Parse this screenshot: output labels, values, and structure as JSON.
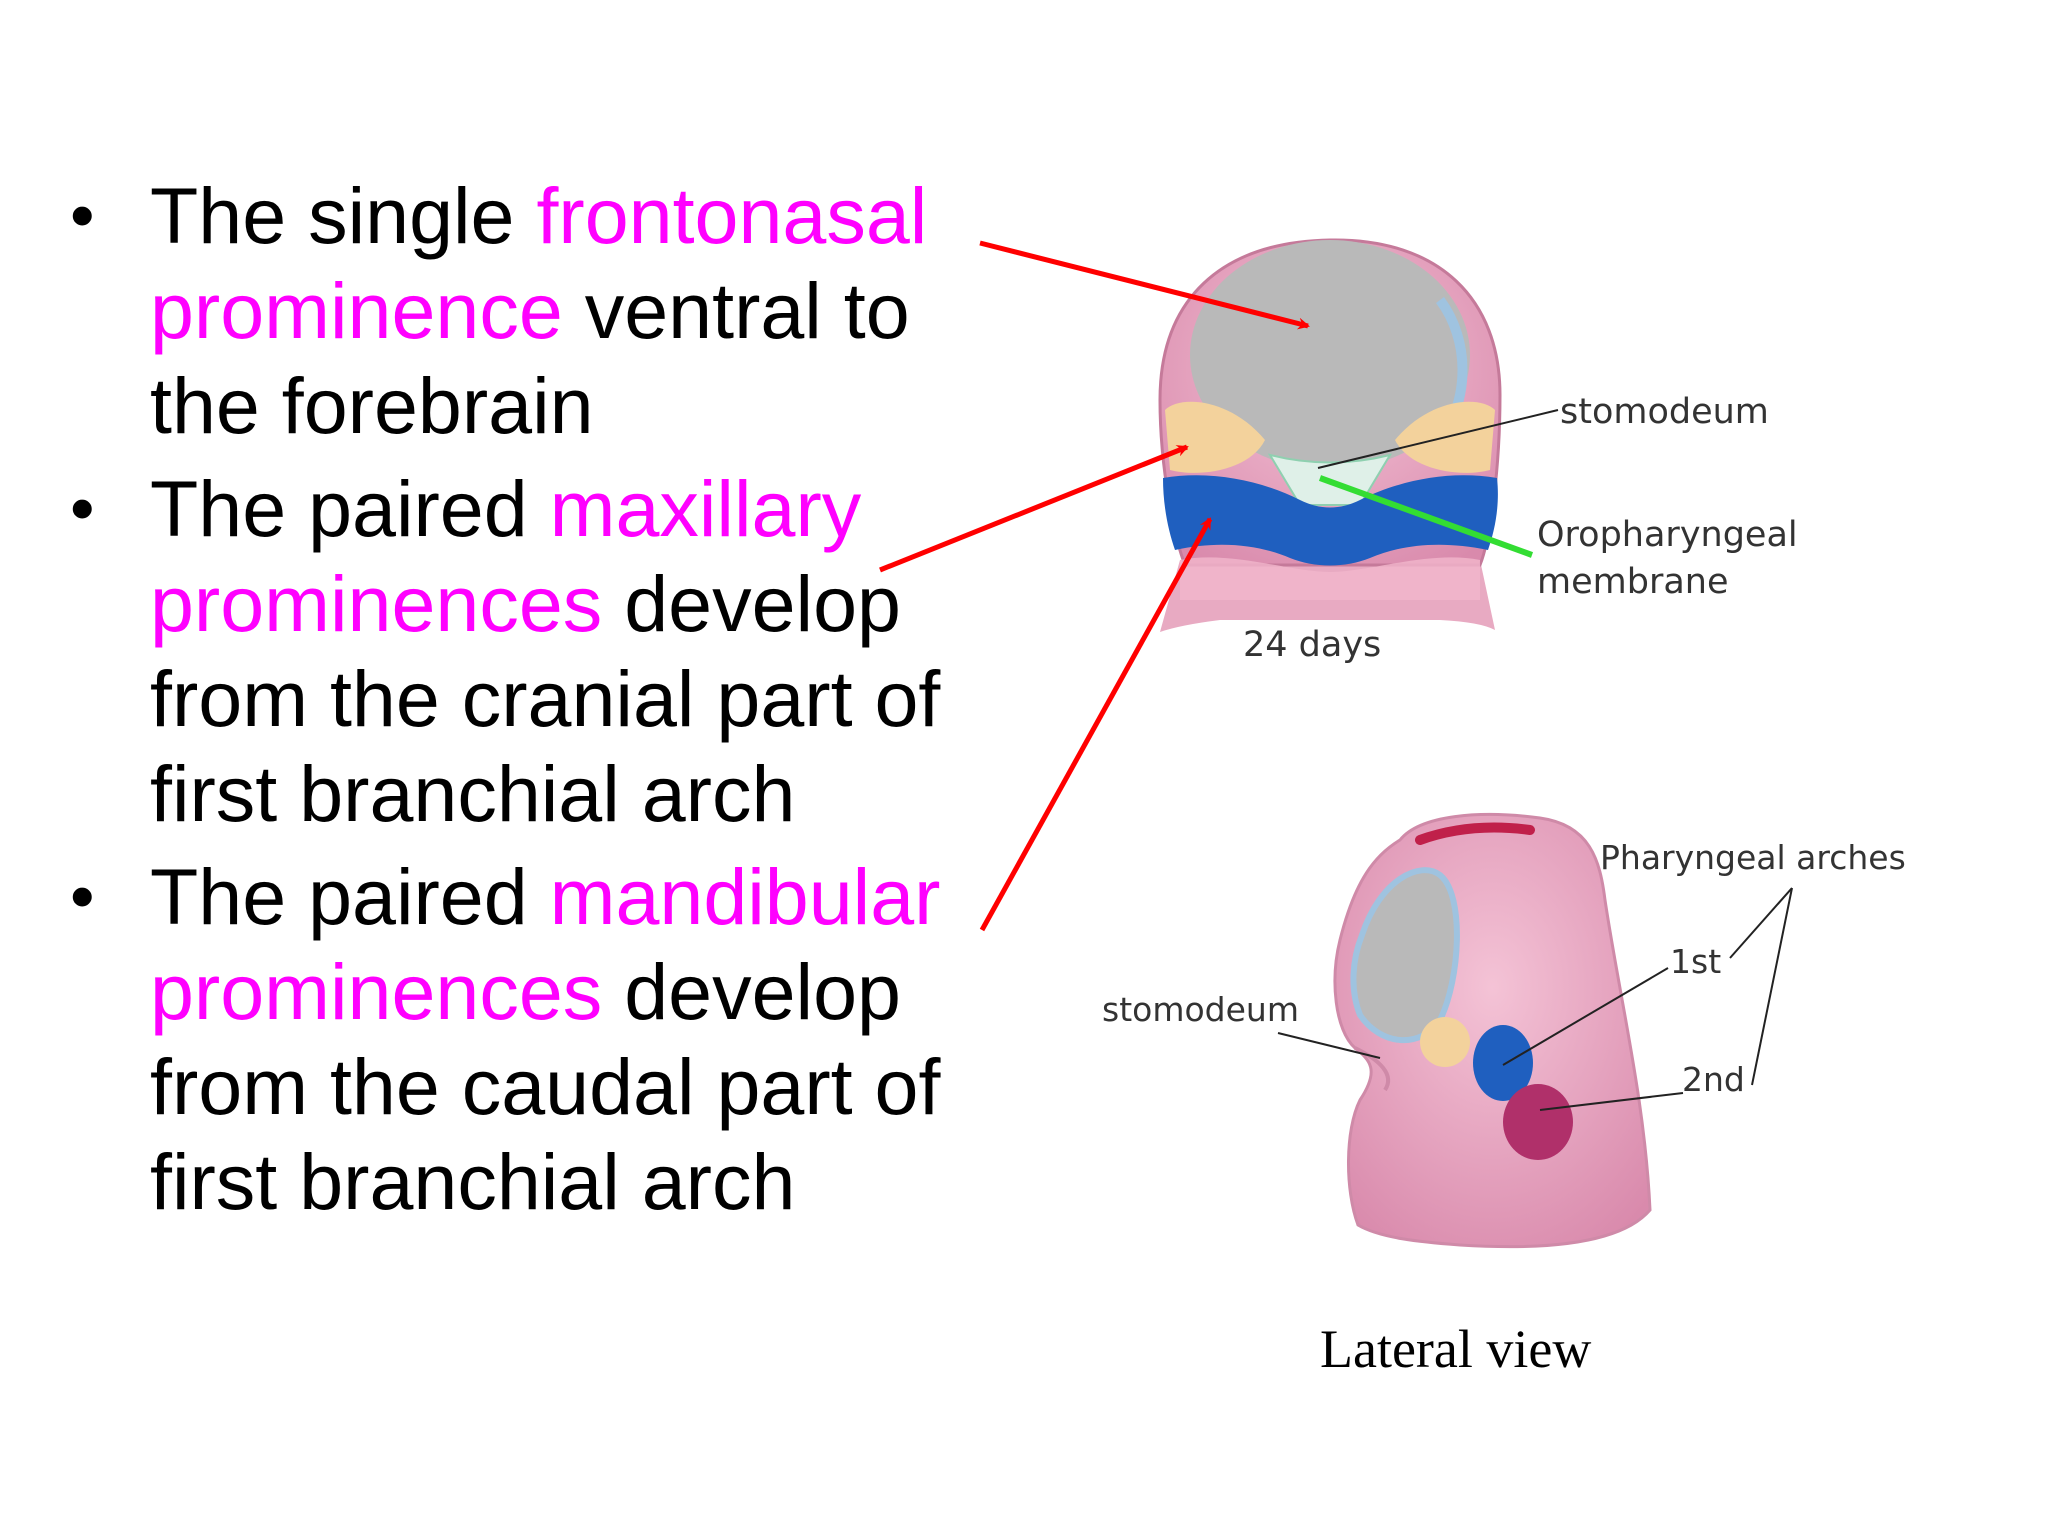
{
  "bullets": [
    {
      "pre": "The single ",
      "highlight": "frontonasal prominence",
      "post": " ventral to the forebrain"
    },
    {
      "pre": "The paired ",
      "highlight": "maxillary prominences",
      "post": " develop from the cranial part of first branchial arch"
    },
    {
      "pre": "The paired ",
      "highlight": "mandibular prominences",
      "post": " develop from the caudal part of first branchial arch"
    }
  ],
  "diagram_top": {
    "labels": {
      "stomodeum": "stomodeum",
      "membrane_line1": "Oropharyngeal",
      "membrane_line2": "membrane",
      "age": "24 days"
    }
  },
  "diagram_bottom": {
    "labels": {
      "arches": "Pharyngeal arches",
      "first": "1st",
      "second": "2nd",
      "stomodeum": "stomodeum"
    },
    "caption": "Lateral view"
  },
  "colors": {
    "text": "#000000",
    "highlight": "#ff00ff",
    "arrow": "#ff0000",
    "membrane_pointer": "#33dd33",
    "skin_pink": "#e9a3bf",
    "brain_gray": "#b9b9b9",
    "maxillary_tan": "#f3d29c",
    "mandibular_blue": "#1f5fbf",
    "second_arch_magenta": "#b0306a"
  }
}
